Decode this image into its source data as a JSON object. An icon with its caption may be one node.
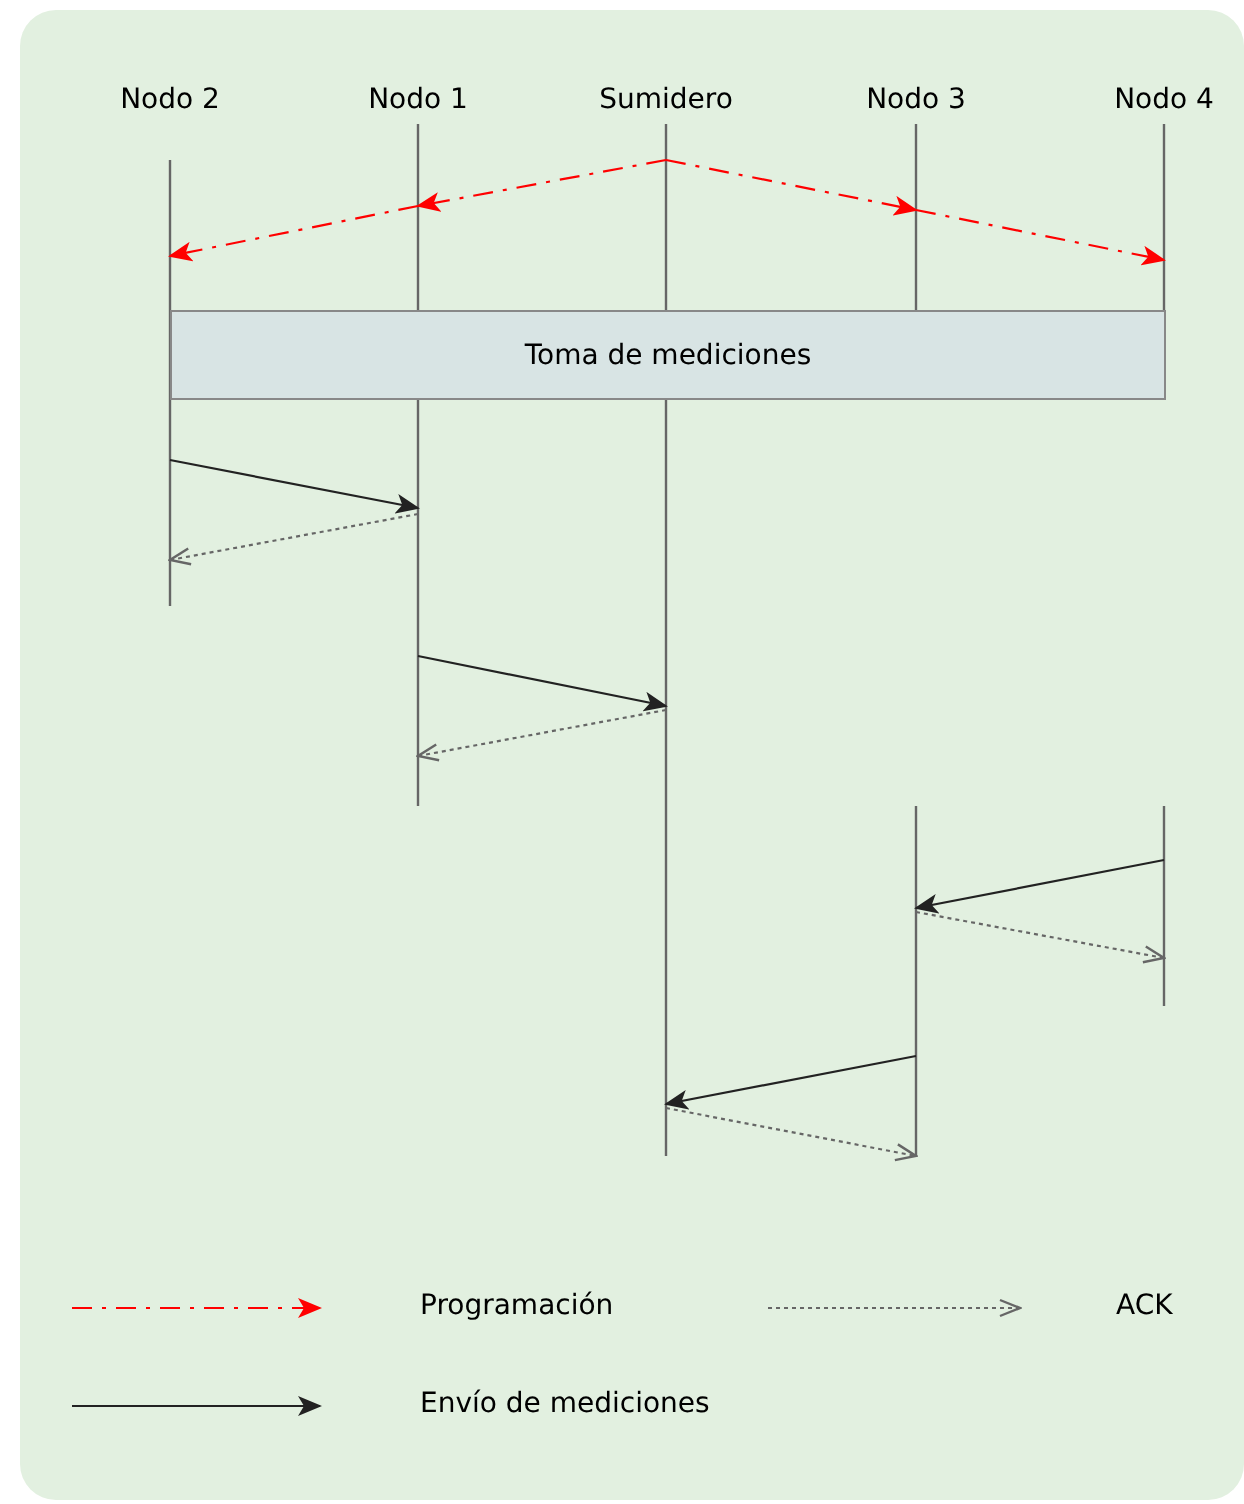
{
  "diagram": {
    "nodes": [
      {
        "text": [
          "Nodo 2"
        ]
      },
      {
        "text": [
          "Nodo 1"
        ]
      },
      {
        "text": [
          "Sumidero"
        ]
      },
      {
        "text": [
          "Nodo 3"
        ]
      },
      {
        "text": [
          "Nodo 4"
        ]
      },
      {
        "text": [
          "Toma de mediciones"
        ]
      }
    ],
    "edges": [
      {
        "from": 2,
        "to": 1,
        "arrow": "to",
        "style": "dashed",
        "color": "#ff0000"
      },
      {
        "from": 1,
        "to": 0,
        "arrow": "to",
        "style": "dashed",
        "color": "#ff0000"
      },
      {
        "from": 2,
        "to": 3,
        "arrow": "to",
        "style": "dashed",
        "color": "#ff0000"
      },
      {
        "from": 3,
        "to": 4,
        "arrow": "to",
        "style": "dashed",
        "color": "#ff0000"
      },
      {
        "from": 0,
        "to": 1,
        "arrow": "to",
        "color": "#222222"
      },
      {
        "from": 1,
        "to": 0,
        "arrow": "to",
        "style": "dashed",
        "color": "#666666"
      },
      {
        "from": 1,
        "to": 2,
        "arrow": "to",
        "color": "#222222"
      },
      {
        "from": 2,
        "to": 1,
        "arrow": "to",
        "style": "dashed",
        "color": "#666666"
      },
      {
        "from": 4,
        "to": 3,
        "arrow": "to",
        "color": "#222222"
      },
      {
        "from": 3,
        "to": 4,
        "arrow": "to",
        "style": "dashed",
        "color": "#666666"
      },
      {
        "from": 3,
        "to": 2,
        "arrow": "to",
        "color": "#222222"
      },
      {
        "from": 2,
        "to": 3,
        "arrow": "to",
        "style": "dashed",
        "color": "#666666"
      }
    ],
    "legend": [
      {
        "text": "Programación"
      },
      {
        "text": "ACK"
      },
      {
        "text": "Envío de mediciones"
      }
    ]
  }
}
